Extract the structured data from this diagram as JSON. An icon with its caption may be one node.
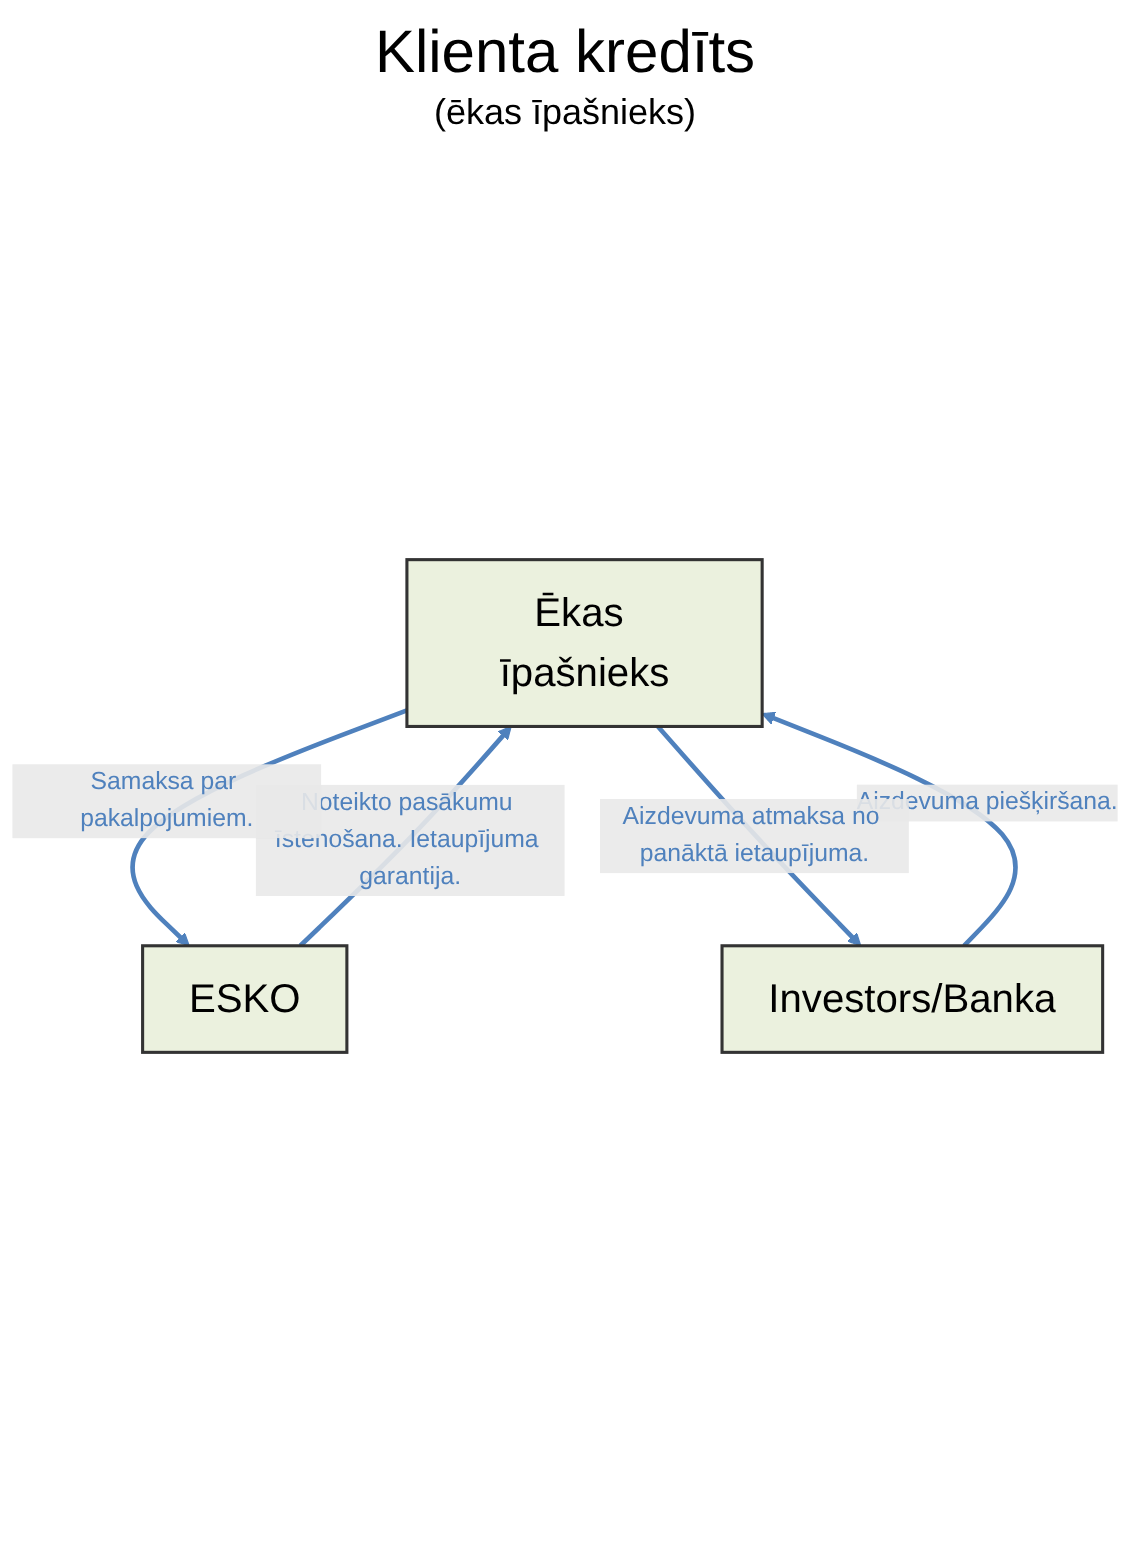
{
  "diagram": {
    "title": "Klienta kredīts",
    "nodes": [
      {
        "text": [
          "Ēkas īpašnieks"
        ]
      },
      {
        "text": [
          "ESKO"
        ]
      },
      {
        "text": [
          "Investors/Banka"
        ]
      }
    ],
    "edges": [
      {
        "from": 1,
        "to": 0,
        "arrow": "to",
        "label": "Noteikto pasākumu īstenošana. Ietaupījuma garantija."
      },
      {
        "from": 0,
        "to": 1,
        "arrow": "to",
        "label": "Samaksa par pakalpojumiem."
      },
      {
        "from": 2,
        "to": 0,
        "arrow": "to",
        "label": "Aizdevuma piešķiršana."
      },
      {
        "from": 0,
        "to": 2,
        "arrow": "to",
        "label": "Aizdevuma atmaksa no panāktā ietaupījuma."
      }
    ],
    "labels": [
      "(ēkas īpašnieks)"
    ]
  }
}
